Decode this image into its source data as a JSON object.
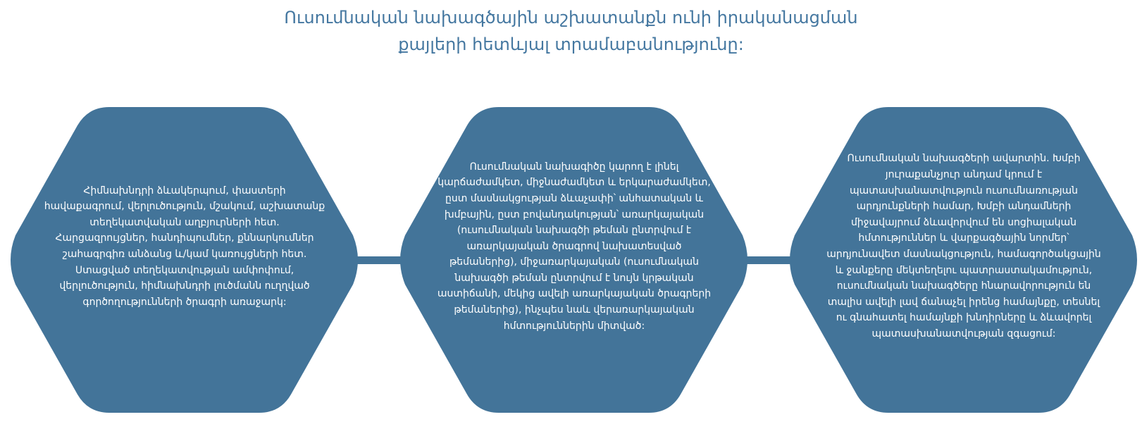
{
  "title": {
    "line1": "Ուսումնական նախագծային աշխատանքն ունի իրականացման",
    "line2": "քայլերի հետևյալ տրամաբանությունը:"
  },
  "colors": {
    "hexagon_fill": "#437499",
    "title_text": "#4477a0",
    "connector": "#437499"
  },
  "steps": [
    {
      "text": "Հիմնախնդրի ձևակերպում, փաստերի հավաքագրում, վերլուծություն, մշակում, աշխատանք տեղեկատվական աղբյուրների հետ. Հարցազրույցներ, հանդիպումներ, քննարկումներ շահագրգիռ անձանց և/կամ կառույցների հետ. Ստացված տեղեկատվության ամփոփում, վերլուծություն, հիմնախնդրի լուծմանն ուղղված գործողությունների ծրագրի առաջարկ:"
    },
    {
      "text": "Ուսումնական նախագիծը կարող է լինել կարճաժամկետ, միջնաժամկետ և երկարաժամկետ, ըստ մասնակցության ձևաչափի՝ անհատական և խմբային, ըստ բովանդակության՝ առարկայական (ուսումնական նախագծի թեման ընտրվում է առարկայական ծրագրով նախատեսված թեմաներից), միջառարկայական (ուսումնական նախագծի թեման ընտրվում է նույն կրթական աստիճանի, մեկից ավելի առարկայական ծրագրերի թեմաներից), ինչպես նաև վերառարկայական հմտություններին միտված:"
    },
    {
      "text": "Ուսումնական նախագծերի ավարտին. Խմբի յուրաքանչյուր անդամ կրում է պատասխանատվություն ուսումնառության արդյունքների համար, Խմբի անդամների միջավայրում ձևավորվում են սոցիալական հմտություններ և վարքագծային նորմեր՝ արդյունավետ մասնակցություն, համագործակցային և ջանքերը մեկտեղելու պատրաստակամություն, ուսումնական նախագծերը հնարավորություն են տալիս ավելի լավ ճանաչել իրենց համայնքը, տեսնել ու գնահատել համայնքի խնդիրները և ձևավորել պատասխանատվության զգացում:"
    }
  ]
}
